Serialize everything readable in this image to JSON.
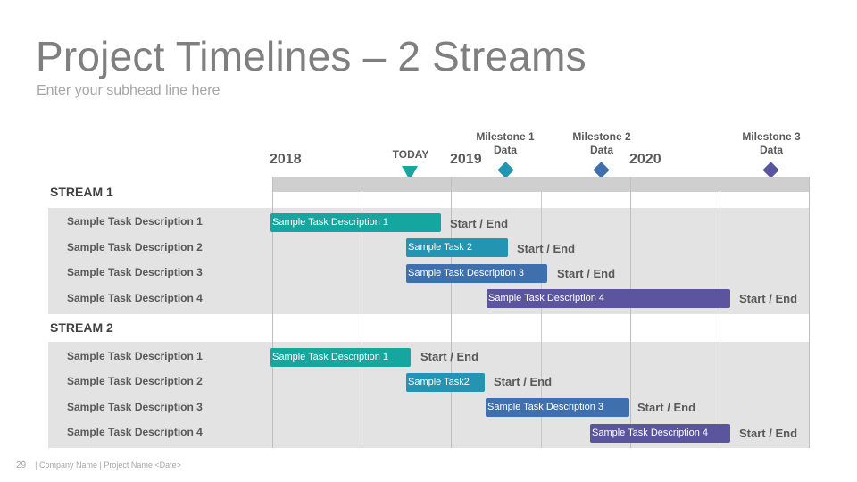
{
  "slide": {
    "title": "Project Timelines – 2 Streams",
    "subtitle": "Enter your subhead line here",
    "page_number": "29",
    "footer": "| Company Name | Project Name <Date>"
  },
  "timeline": {
    "years": [
      "2018",
      "2019",
      "2020"
    ],
    "today_label": "TODAY",
    "milestones": [
      {
        "line1": "Milestone 1",
        "line2": "Data",
        "color": "#2394b1"
      },
      {
        "line1": "Milestone 2",
        "line2": "Data",
        "color": "#3f70ad"
      },
      {
        "line1": "Milestone 3",
        "line2": "Data",
        "color": "#5b559e"
      }
    ]
  },
  "streams": [
    {
      "name": "STREAM 1",
      "tasks": [
        {
          "label": "Sample Task Description 1",
          "bar": "Sample Task Description 1",
          "end_label": "Start / End",
          "color": "#16a6a0"
        },
        {
          "label": "Sample Task Description 2",
          "bar": "Sample Task 2",
          "end_label": "Start / End",
          "color": "#2394b1"
        },
        {
          "label": "Sample Task Description 3",
          "bar": "Sample Task Description 3",
          "end_label": "Start / End",
          "color": "#3f70ad"
        },
        {
          "label": "Sample Task Description 4",
          "bar": "Sample Task Description 4",
          "end_label": "Start / End",
          "color": "#5b559e"
        }
      ]
    },
    {
      "name": "STREAM 2",
      "tasks": [
        {
          "label": "Sample Task Description 1",
          "bar": "Sample Task Description 1",
          "end_label": "Start / End",
          "color": "#16a6a0"
        },
        {
          "label": "Sample Task Description 2",
          "bar": "Sample Task2",
          "end_label": "Start / End",
          "color": "#2394b1"
        },
        {
          "label": "Sample Task Description 3",
          "bar": "Sample Task Description 3",
          "end_label": "Start / End",
          "color": "#3f70ad"
        },
        {
          "label": "Sample Task Description 4",
          "bar": "Sample Task Description 4",
          "end_label": "Start / End",
          "color": "#5b559e"
        }
      ]
    }
  ]
}
